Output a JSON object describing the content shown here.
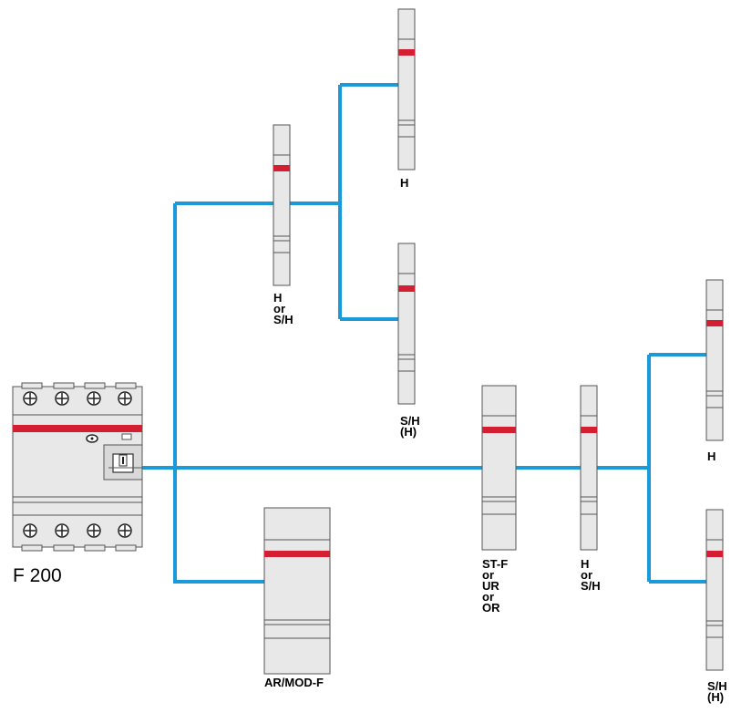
{
  "colors": {
    "wire": "#1a9ad8",
    "device_body": "#e8e8e8",
    "device_edge": "#555555",
    "stripe": "#d41f32"
  },
  "labels": {
    "main_device": "F 200",
    "auxiliary_main": "AR/MOD-F",
    "upper_branch_device": "H\nor\nS/H",
    "upper_top_device": "H",
    "upper_bottom_device": "S/H\n(H)",
    "middle_device_1": "ST-F\nor\nUR\nor\nOR",
    "middle_device_2": "H\nor\nS/H",
    "right_top_device": "H",
    "right_bottom_device": "S/H\n(H)"
  }
}
